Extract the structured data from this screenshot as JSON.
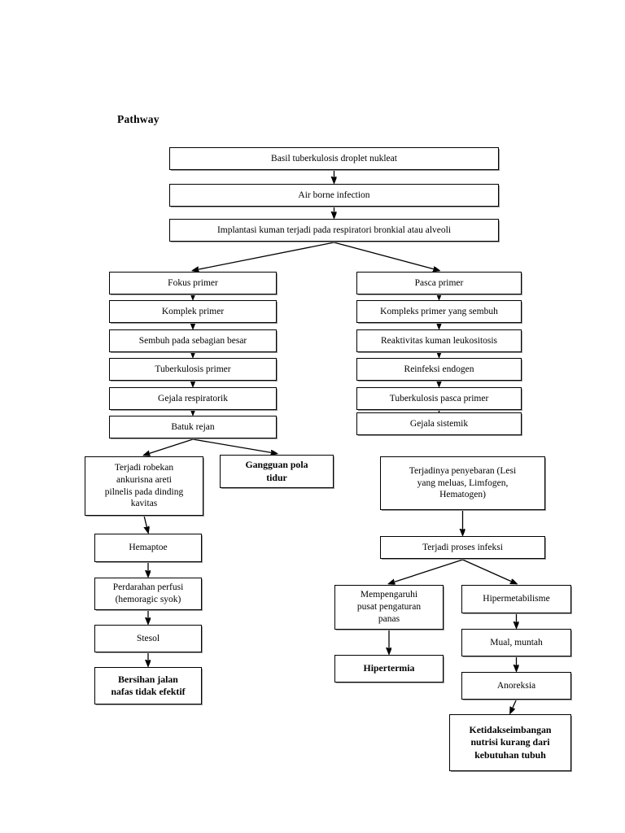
{
  "page": {
    "title": "Pathway"
  },
  "diagram": {
    "type": "flowchart",
    "nodes": [
      {
        "id": "n1",
        "label": "Basil tuberkulosis droplet nukleat",
        "bold": false
      },
      {
        "id": "n2",
        "label": "Air borne infection",
        "bold": false
      },
      {
        "id": "n3",
        "label": "Implantasi kuman terjadi pada respiratori bronkial atau alveoli",
        "bold": false
      },
      {
        "id": "l1",
        "label": "Fokus primer",
        "bold": false
      },
      {
        "id": "l2",
        "label": "Komplek primer",
        "bold": false
      },
      {
        "id": "l3",
        "label": "Sembuh pada sebagian besar",
        "bold": false
      },
      {
        "id": "l4",
        "label": "Tuberkulosis primer",
        "bold": false
      },
      {
        "id": "l5",
        "label": "Gejala respiratorik",
        "bold": false
      },
      {
        "id": "l6",
        "label": "Batuk rejan",
        "bold": false
      },
      {
        "id": "r1",
        "label": "Pasca primer",
        "bold": false
      },
      {
        "id": "r2",
        "label": "Kompleks primer yang sembuh",
        "bold": false
      },
      {
        "id": "r3",
        "label": "Reaktivitas kuman leukositosis",
        "bold": false
      },
      {
        "id": "r4",
        "label": "Reinfeksi endogen",
        "bold": false
      },
      {
        "id": "r5",
        "label": "Tuberkulosis pasca primer",
        "bold": false
      },
      {
        "id": "r6",
        "label": "Gejala sistemik",
        "bold": false
      },
      {
        "id": "a1",
        "label": "Terjadi robekan\nankurisna areti\npilnelis pada dinding\nkavitas",
        "bold": false
      },
      {
        "id": "a2",
        "label": "Gangguan pola\ntidur",
        "bold": true
      },
      {
        "id": "a3",
        "label": "Hemaptoe",
        "bold": false
      },
      {
        "id": "a4",
        "label": "Perdarahan perfusi\n(hemoragic syok)",
        "bold": false
      },
      {
        "id": "a5",
        "label": "Stesol",
        "bold": false
      },
      {
        "id": "a6",
        "label": "Bersihan jalan\nnafas tidak efektif",
        "bold": true
      },
      {
        "id": "b1",
        "label": "Terjadinya penyebaran (Lesi\nyang meluas, Limfogen,\nHematogen)",
        "bold": false
      },
      {
        "id": "b2",
        "label": "Terjadi proses infeksi",
        "bold": false
      },
      {
        "id": "b3",
        "label": "Mempengaruhi\npusat pengaturan\npanas",
        "bold": false
      },
      {
        "id": "b4",
        "label": "Hipertermia",
        "bold": true
      },
      {
        "id": "b5",
        "label": "Hipermetabilisme",
        "bold": false
      },
      {
        "id": "b6",
        "label": "Mual, muntah",
        "bold": false
      },
      {
        "id": "b7",
        "label": "Anoreksia",
        "bold": false
      },
      {
        "id": "b8",
        "label": "Ketidakseimbangan\nnutrisi kurang dari\nkebutuhan tubuh",
        "bold": true
      }
    ],
    "edges": [
      {
        "from": "n1",
        "to": "n2"
      },
      {
        "from": "n2",
        "to": "n3"
      },
      {
        "from": "n3",
        "to": "l1"
      },
      {
        "from": "n3",
        "to": "r1"
      },
      {
        "from": "l1",
        "to": "l2"
      },
      {
        "from": "l2",
        "to": "l3"
      },
      {
        "from": "l3",
        "to": "l4"
      },
      {
        "from": "l4",
        "to": "l5"
      },
      {
        "from": "l5",
        "to": "l6"
      },
      {
        "from": "l6",
        "to": "a1"
      },
      {
        "from": "l6",
        "to": "a2"
      },
      {
        "from": "r1",
        "to": "r2"
      },
      {
        "from": "r2",
        "to": "r3"
      },
      {
        "from": "r3",
        "to": "r4"
      },
      {
        "from": "r4",
        "to": "r5"
      },
      {
        "from": "r5",
        "to": "r6"
      },
      {
        "from": "a1",
        "to": "a3"
      },
      {
        "from": "a3",
        "to": "a4"
      },
      {
        "from": "a4",
        "to": "a5"
      },
      {
        "from": "a5",
        "to": "a6"
      },
      {
        "from": "b1",
        "to": "b2"
      },
      {
        "from": "b2",
        "to": "b3"
      },
      {
        "from": "b2",
        "to": "b5"
      },
      {
        "from": "b3",
        "to": "b4"
      },
      {
        "from": "b5",
        "to": "b6"
      },
      {
        "from": "b6",
        "to": "b7"
      },
      {
        "from": "b7",
        "to": "b8"
      }
    ]
  },
  "colors": {
    "stroke": "#000000",
    "background": "#ffffff",
    "box_shadow": "#9a9a9a"
  }
}
